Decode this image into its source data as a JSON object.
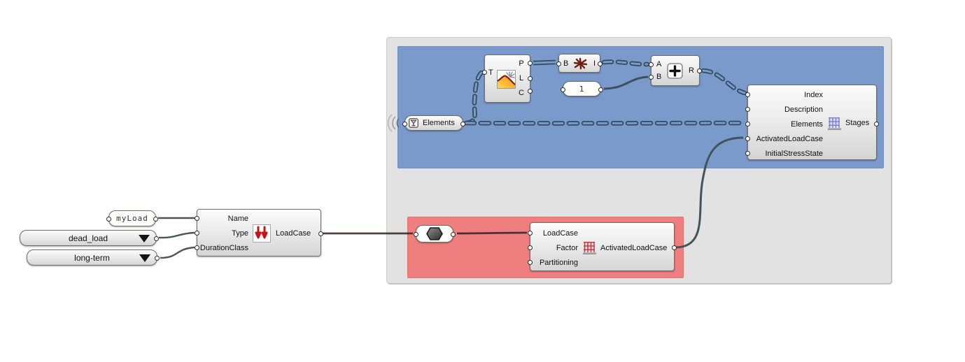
{
  "canvas": {
    "background": "#ffffff"
  },
  "groups": {
    "outer": {
      "color": "#e2e2e2"
    },
    "blue": {
      "color": "#7a9acb"
    },
    "red": {
      "color": "#ef7f7f"
    }
  },
  "colors": {
    "wire": "#3c515f",
    "arrow_red": "#cc1111",
    "stages_grid": "#8080d2",
    "loadcase_grid": "#c03b3b"
  },
  "components": {
    "my_load_panel": {
      "text": "myLoad"
    },
    "dead_load_list": {
      "value": "dead_load"
    },
    "long_term_list": {
      "value": "long-term"
    },
    "load_case": {
      "inputs": [
        "Name",
        "Type",
        "DurationClass"
      ],
      "output": "LoadCase",
      "icon": "down-arrows-icon"
    },
    "tree_statistics": {
      "input": "T",
      "outputs": [
        "P",
        "L",
        "C"
      ],
      "icon": "tree-statistics-icon"
    },
    "b_to_i": {
      "input": "B",
      "output": "I",
      "icon": "red-scribble-icon"
    },
    "one_panel": {
      "text": "1"
    },
    "addition": {
      "inputs": [
        "A",
        "B"
      ],
      "output": "R",
      "icon": "plus-icon"
    },
    "elements_param": {
      "label": "Elements",
      "icon": "param-y-icon"
    },
    "stages": {
      "inputs": [
        "Index",
        "Description",
        "Elements",
        "ActivatedLoadCase",
        "InitialStressState"
      ],
      "output": "Stages",
      "icon": "stages-grid-icon"
    },
    "hex_param": {
      "icon": "hexagon-icon"
    },
    "activated_load_case": {
      "inputs": [
        "LoadCase",
        "Factor",
        "Partitioning"
      ],
      "output": "ActivatedLoadCase",
      "icon": "loadcase-grid-icon"
    }
  }
}
